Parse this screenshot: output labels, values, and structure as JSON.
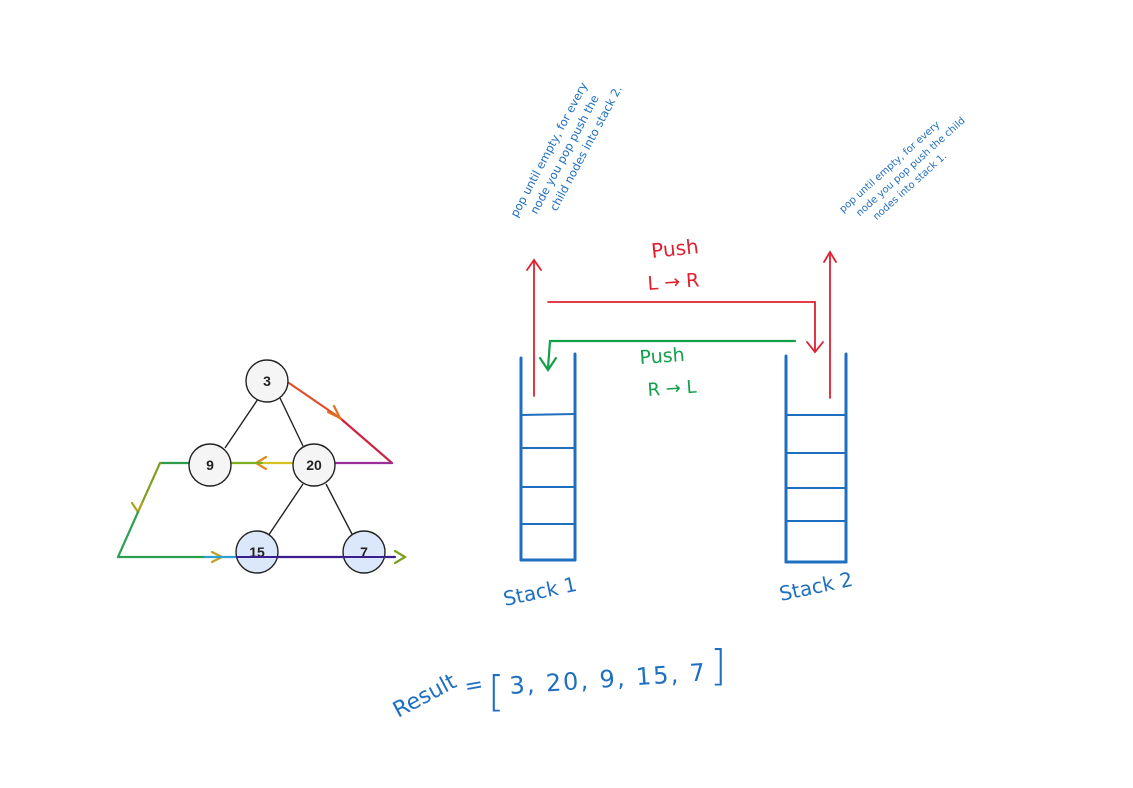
{
  "tree": {
    "nodes": [
      {
        "id": "n3",
        "label": "3",
        "highlight": false
      },
      {
        "id": "n9",
        "label": "9",
        "highlight": false
      },
      {
        "id": "n20",
        "label": "20",
        "highlight": false
      },
      {
        "id": "n15",
        "label": "15",
        "highlight": true
      },
      {
        "id": "n7",
        "label": "7",
        "highlight": true
      }
    ],
    "edges": [
      [
        "n3",
        "n9"
      ],
      [
        "n3",
        "n20"
      ],
      [
        "n20",
        "n15"
      ],
      [
        "n20",
        "n7"
      ]
    ]
  },
  "notes": {
    "stack1": [
      "pop until empty, for every",
      "node you pop push the",
      "child nodes into stack 2."
    ],
    "stack2": [
      "pop until empty, for every",
      "node you pop push the child",
      "nodes into stack 1."
    ]
  },
  "arrows": {
    "push_lr": {
      "line1": "Push",
      "line2": "L → R"
    },
    "push_rl": {
      "line1": "Push",
      "line2": "R → L"
    }
  },
  "stacks": [
    {
      "label": "Stack 1"
    },
    {
      "label": "Stack 2"
    }
  ],
  "result": {
    "label": "Result",
    "equals": "=",
    "open_bracket": "[",
    "values_text": "3, 20, 9, 15, 7",
    "close_bracket": "]"
  },
  "colors": {
    "stack_blue": "#1f6fc0",
    "red": "#e0202f",
    "green": "#12a04a",
    "node_highlight": "#dbe7fa",
    "node_fill": "#f5f5f5"
  }
}
